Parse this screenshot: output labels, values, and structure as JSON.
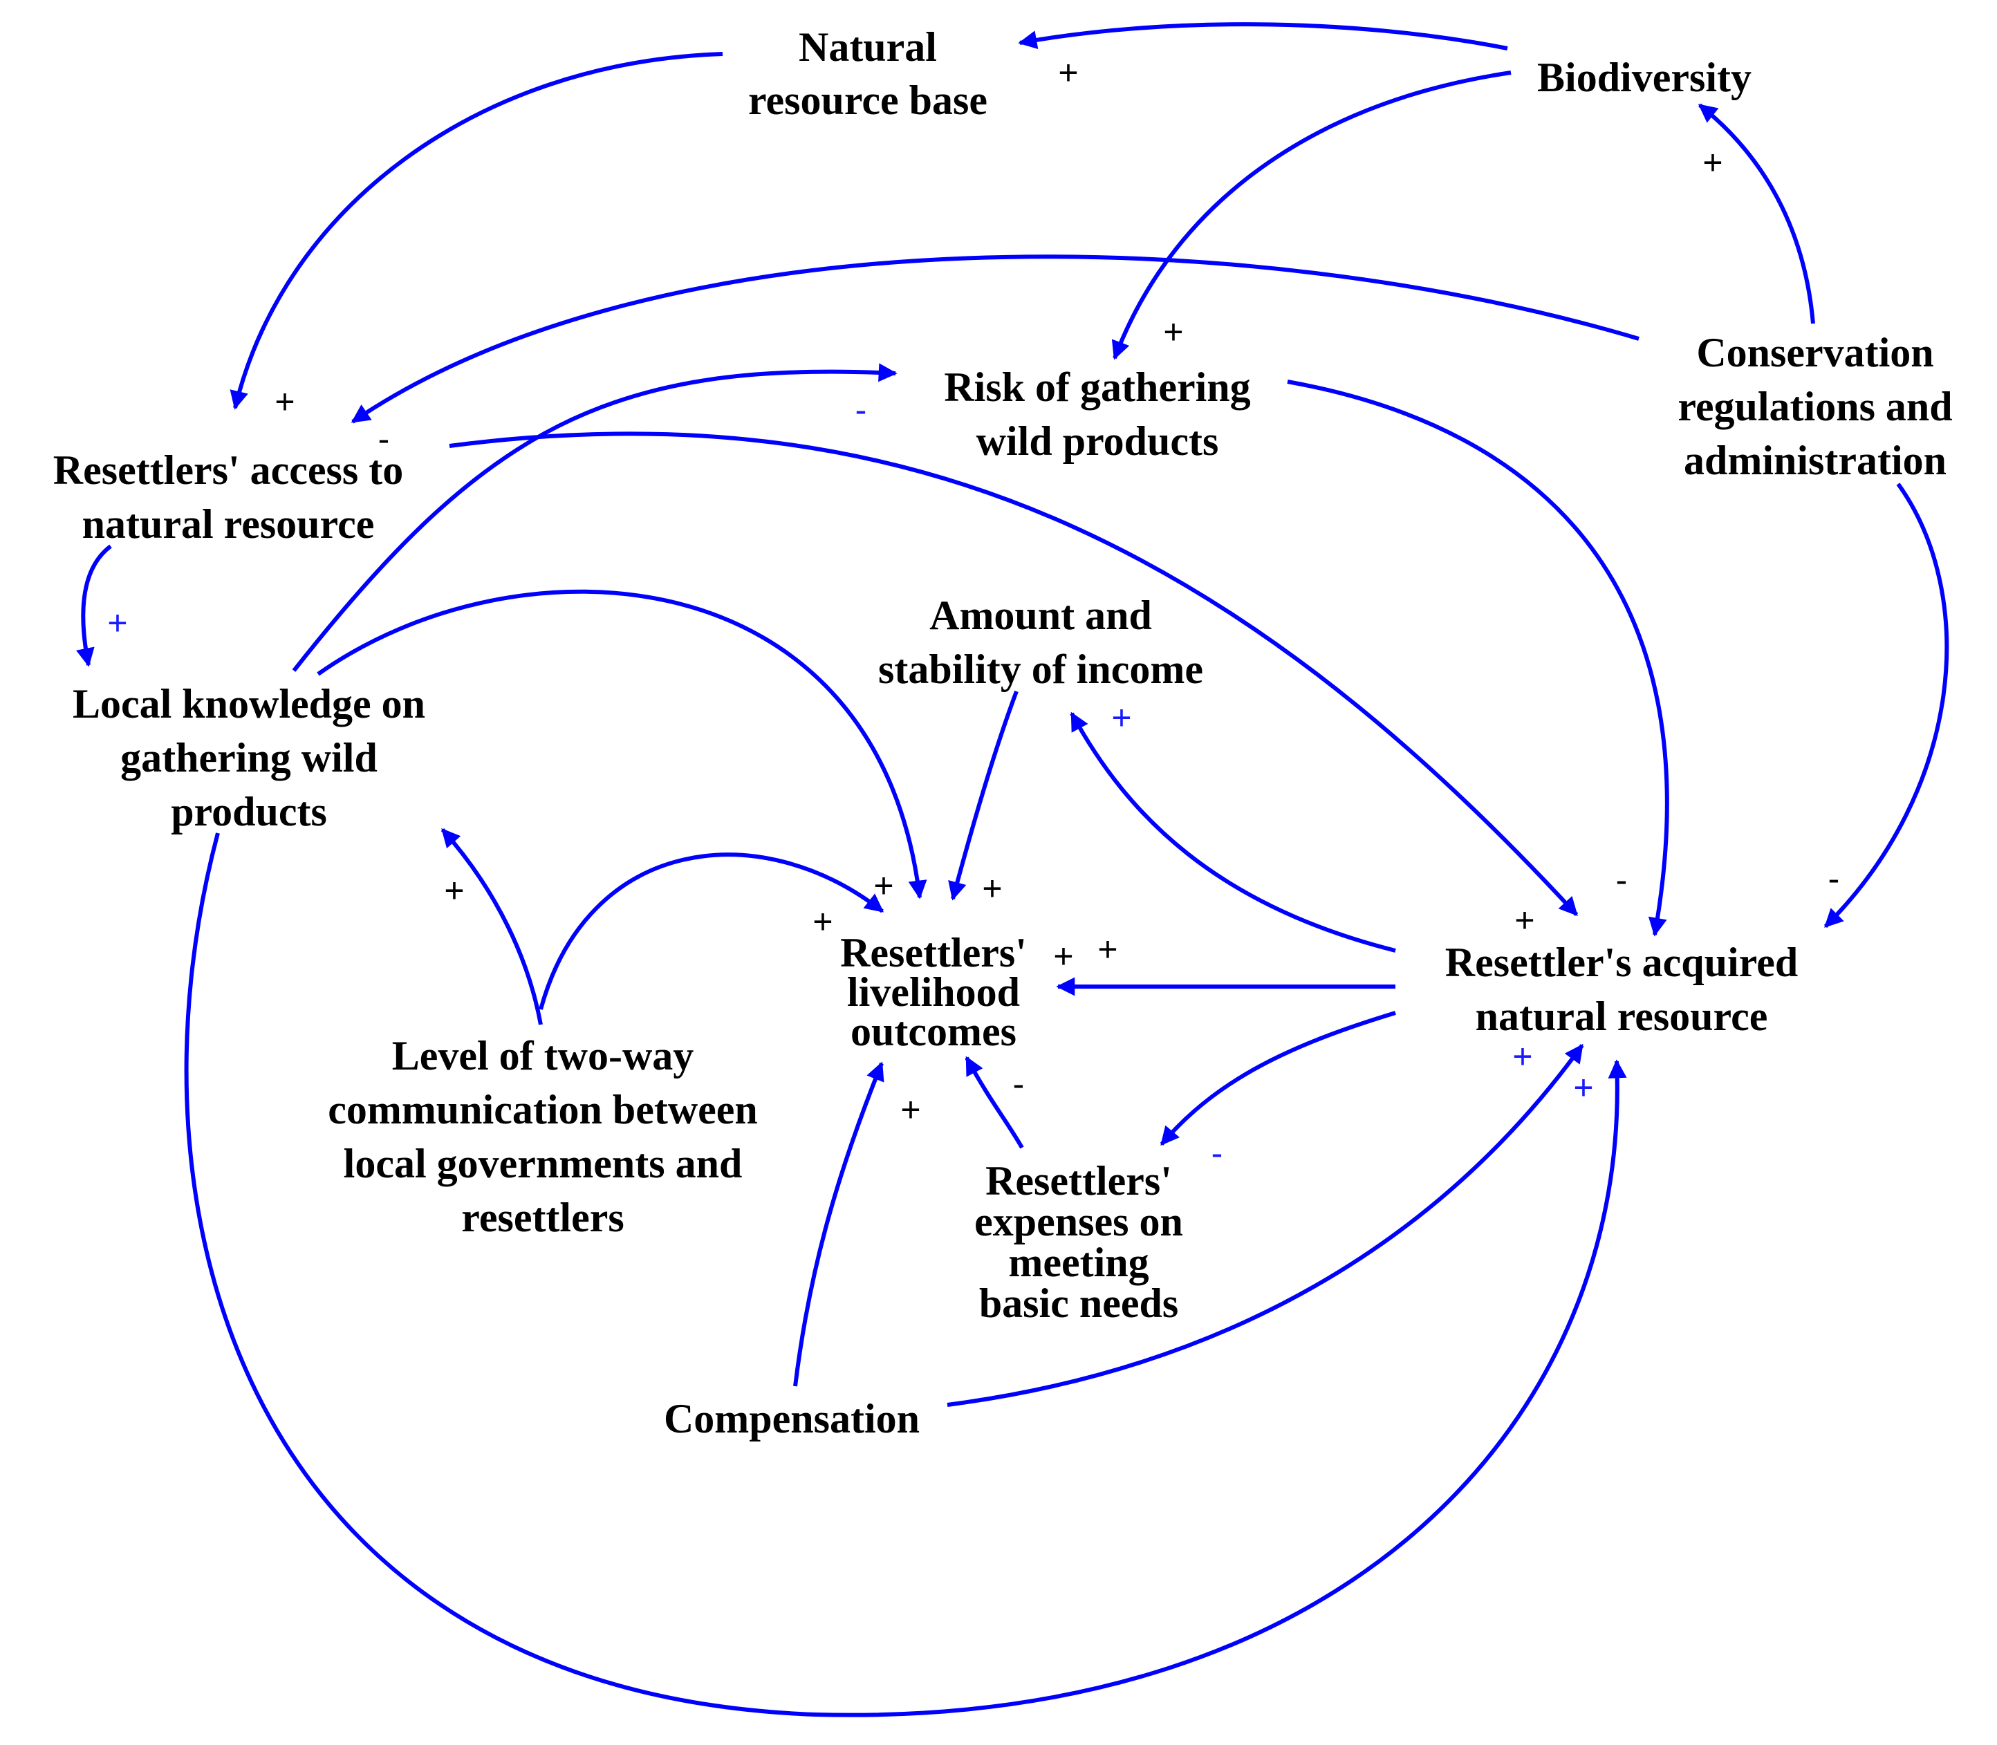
{
  "colors": {
    "link": "#0000ff",
    "polarity_black": "#000000",
    "polarity_blue": "#1a1aff",
    "text": "#000000"
  },
  "nodes": {
    "natural_resource_base": {
      "lines": [
        "Natural",
        "resource base"
      ]
    },
    "biodiversity": {
      "lines": [
        "Biodiversity"
      ]
    },
    "conservation": {
      "lines": [
        "Conservation",
        "regulations and",
        "administration"
      ]
    },
    "risk": {
      "lines": [
        "Risk of gathering",
        "wild products"
      ]
    },
    "access": {
      "lines": [
        "Resettlers' access to",
        "natural resource"
      ]
    },
    "local_knowledge": {
      "lines": [
        "Local knowledge on",
        "gathering wild",
        "products"
      ]
    },
    "income": {
      "lines": [
        "Amount and",
        "stability of income"
      ]
    },
    "livelihood": {
      "lines": [
        "Resettlers'",
        "livelihood",
        "outcomes"
      ]
    },
    "acquired": {
      "lines": [
        "Resettler's acquired",
        "natural resource"
      ]
    },
    "communication": {
      "lines": [
        "Level of two-way",
        "communication between",
        "local governments and",
        "resettlers"
      ]
    },
    "expenses": {
      "lines": [
        "Resettlers'",
        "expenses on",
        "meeting",
        "basic needs"
      ]
    },
    "compensation": {
      "lines": [
        "Compensation"
      ]
    }
  },
  "links": [
    {
      "from": "Biodiversity",
      "to": "Natural resource base",
      "polarity": "+"
    },
    {
      "from": "Natural resource base",
      "to": "Resettlers' access to natural resource",
      "polarity": "+"
    },
    {
      "from": "Biodiversity",
      "to": "Risk of gathering wild products",
      "polarity": "+"
    },
    {
      "from": "Conservation regulations and administration",
      "to": "Biodiversity",
      "polarity": "+"
    },
    {
      "from": "Conservation regulations and administration",
      "to": "Resettlers' access to natural resource",
      "polarity": "-"
    },
    {
      "from": "Conservation regulations and administration",
      "to": "Resettler's acquired natural resource",
      "polarity": "-"
    },
    {
      "from": "Risk of gathering wild products",
      "to": "Resettler's acquired natural resource",
      "polarity": "-"
    },
    {
      "from": "Resettlers' access to natural resource",
      "to": "Resettler's acquired natural resource",
      "polarity": "+"
    },
    {
      "from": "Resettlers' access to natural resource",
      "to": "Local knowledge on gathering wild products",
      "polarity": "+"
    },
    {
      "from": "Local knowledge on gathering wild products",
      "to": "Risk of gathering wild products",
      "polarity": "-"
    },
    {
      "from": "Local knowledge on gathering wild products",
      "to": "Resettlers' livelihood outcomes",
      "polarity": "+"
    },
    {
      "from": "Local knowledge on gathering wild products",
      "to": "Resettler's acquired natural resource",
      "polarity": "+"
    },
    {
      "from": "Amount and stability of income",
      "to": "Resettlers' livelihood outcomes",
      "polarity": "+"
    },
    {
      "from": "Resettler's acquired natural resource",
      "to": "Amount and stability of income",
      "polarity": "+"
    },
    {
      "from": "Resettler's acquired natural resource",
      "to": "Resettlers' livelihood outcomes",
      "polarity": "+"
    },
    {
      "from": "Resettler's acquired natural resource",
      "to": "Resettlers' expenses on meeting basic needs",
      "polarity": "-"
    },
    {
      "from": "Resettlers' expenses on meeting basic needs",
      "to": "Resettlers' livelihood outcomes",
      "polarity": "-"
    },
    {
      "from": "Level of two-way communication between local governments and resettlers",
      "to": "Local knowledge on gathering wild products",
      "polarity": "+"
    },
    {
      "from": "Level of two-way communication between local governments and resettlers",
      "to": "Resettlers' livelihood outcomes",
      "polarity": "+"
    },
    {
      "from": "Compensation",
      "to": "Resettlers' livelihood outcomes",
      "polarity": "+"
    },
    {
      "from": "Compensation",
      "to": "Resettler's acquired natural resource",
      "polarity": "+"
    }
  ],
  "polarity_labels": {
    "p1": "+",
    "p2": "+",
    "p3": "+",
    "p4": "+",
    "p5": "-",
    "p6": "-",
    "p7": "+",
    "p8": "-",
    "p9": "-",
    "p10": "+",
    "p11": "+",
    "p12": "+",
    "p13": "+",
    "p14": "+",
    "p15": "+",
    "p16": "+",
    "p17": "+",
    "p18": "-",
    "p19": "-",
    "p20": "+",
    "p21": "+",
    "p22": "+"
  }
}
